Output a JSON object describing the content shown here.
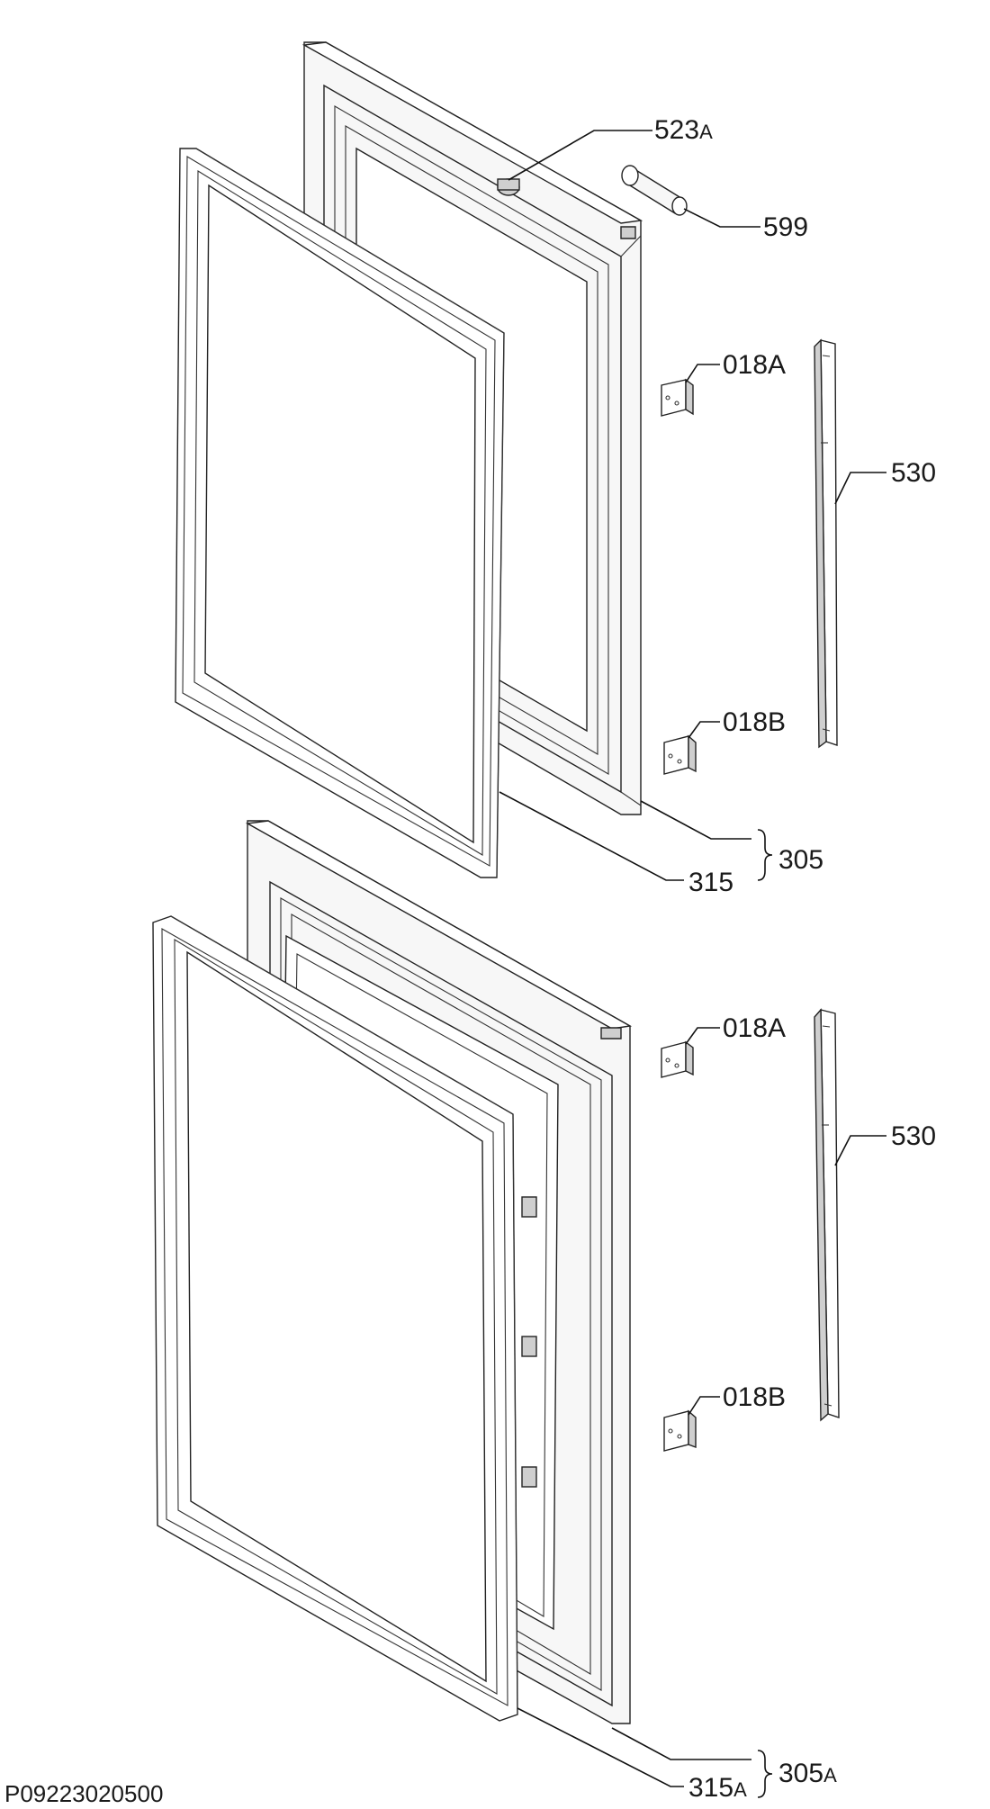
{
  "labels": {
    "l523a": {
      "main": "523",
      "sub": "A"
    },
    "l599": {
      "main": "599"
    },
    "l018a_top": {
      "main": "018A"
    },
    "l530_top": {
      "main": "530"
    },
    "l018b_top": {
      "main": "018B"
    },
    "l305": {
      "main": "305"
    },
    "l315": {
      "main": "315"
    },
    "l018a_bot": {
      "main": "018A"
    },
    "l530_bot": {
      "main": "530"
    },
    "l018b_bot": {
      "main": "018B"
    },
    "l305a": {
      "main": "305",
      "sub": "A"
    },
    "l315a": {
      "main": "315",
      "sub": "A"
    }
  },
  "drawing_ref": "P09223020500"
}
